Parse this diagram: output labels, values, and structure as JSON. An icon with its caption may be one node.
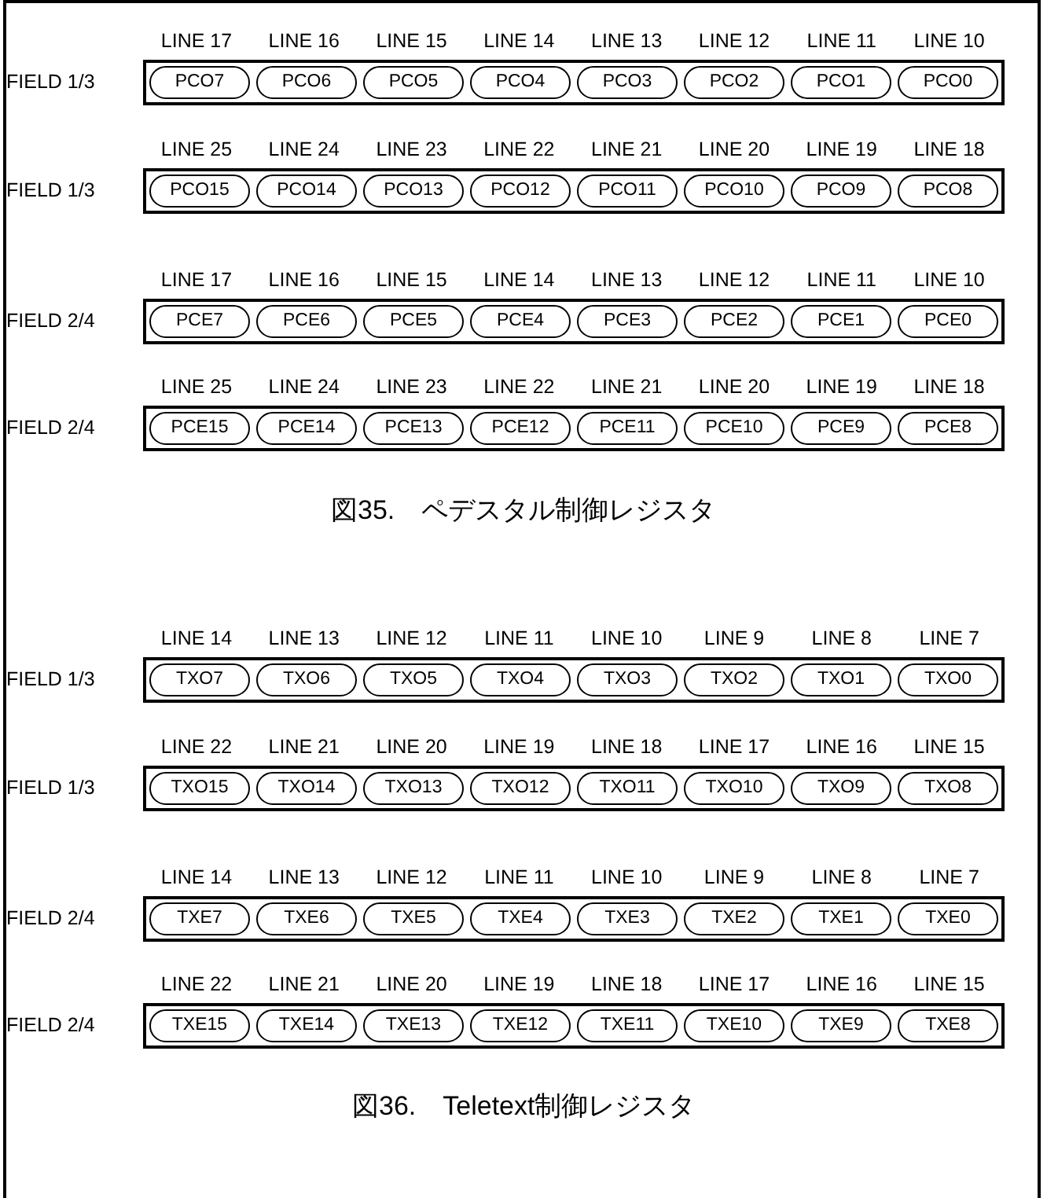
{
  "diagram": {
    "nodes": [
      {
        "text": [
          "PCO7"
        ]
      },
      {
        "text": [
          "PCO6"
        ]
      },
      {
        "text": [
          "PCO5"
        ]
      },
      {
        "text": [
          "PCO4"
        ]
      },
      {
        "text": [
          "PCO3"
        ]
      },
      {
        "text": [
          "PCO2"
        ]
      },
      {
        "text": [
          "PCO1"
        ]
      },
      {
        "text": [
          "PCO0"
        ]
      },
      {
        "text": [
          "PCO15"
        ]
      },
      {
        "text": [
          "PCO14"
        ]
      },
      {
        "text": [
          "PCO13"
        ]
      },
      {
        "text": [
          "PCO12"
        ]
      },
      {
        "text": [
          "PCO11"
        ]
      },
      {
        "text": [
          "PCO10"
        ]
      },
      {
        "text": [
          "PCO9"
        ]
      },
      {
        "text": [
          "PCO8"
        ]
      },
      {
        "text": [
          "PCE7"
        ]
      },
      {
        "text": [
          "PCE6"
        ]
      },
      {
        "text": [
          "PCE5"
        ]
      },
      {
        "text": [
          "PCE4"
        ]
      },
      {
        "text": [
          "PCE3"
        ]
      },
      {
        "text": [
          "PCE2"
        ]
      },
      {
        "text": [
          "PCE1"
        ]
      },
      {
        "text": [
          "PCE0"
        ]
      },
      {
        "text": [
          "PCE15"
        ]
      },
      {
        "text": [
          "PCE14"
        ]
      },
      {
        "text": [
          "PCE13"
        ]
      },
      {
        "text": [
          "PCE12"
        ]
      },
      {
        "text": [
          "PCE11"
        ]
      },
      {
        "text": [
          "PCE10"
        ]
      },
      {
        "text": [
          "PCE9"
        ]
      },
      {
        "text": [
          "PCE8"
        ]
      },
      {
        "text": [
          "TXO7"
        ]
      },
      {
        "text": [
          "TXO6"
        ]
      },
      {
        "text": [
          "TXO5"
        ]
      },
      {
        "text": [
          "TXO4"
        ]
      },
      {
        "text": [
          "TXO3"
        ]
      },
      {
        "text": [
          "TXO2"
        ]
      },
      {
        "text": [
          "TXO1"
        ]
      },
      {
        "text": [
          "TXO0"
        ]
      },
      {
        "text": [
          "TXO15"
        ]
      },
      {
        "text": [
          "TXO14"
        ]
      },
      {
        "text": [
          "TXO13"
        ]
      },
      {
        "text": [
          "TXO12"
        ]
      },
      {
        "text": [
          "TXO11"
        ]
      },
      {
        "text": [
          "TXO10"
        ]
      },
      {
        "text": [
          "TXO9"
        ]
      },
      {
        "text": [
          "TXO8"
        ]
      },
      {
        "text": [
          "TXE7"
        ]
      },
      {
        "text": [
          "TXE6"
        ]
      },
      {
        "text": [
          "TXE5"
        ]
      },
      {
        "text": [
          "TXE4"
        ]
      },
      {
        "text": [
          "TXE3"
        ]
      },
      {
        "text": [
          "TXE2"
        ]
      },
      {
        "text": [
          "TXE1"
        ]
      },
      {
        "text": [
          "TXE0"
        ]
      },
      {
        "text": [
          "TXE15"
        ]
      },
      {
        "text": [
          "TXE14"
        ]
      },
      {
        "text": [
          "TXE13"
        ]
      },
      {
        "text": [
          "TXE12"
        ]
      },
      {
        "text": [
          "TXE11"
        ]
      },
      {
        "text": [
          "TXE10"
        ]
      },
      {
        "text": [
          "TXE9"
        ]
      },
      {
        "text": [
          "TXE8"
        ]
      }
    ],
    "labels": [
      "LINE 17",
      "LINE 16",
      "LINE 15",
      "LINE 14",
      "LINE 13",
      "LINE 12",
      "LINE 11",
      "LINE 10",
      "FIELD 1/3",
      "LINE 25",
      "LINE 24",
      "LINE 23",
      "LINE 22",
      "LINE 21",
      "LINE 20",
      "LINE 19",
      "LINE 18",
      "FIELD 1/3",
      "LINE 17",
      "LINE 16",
      "LINE 15",
      "LINE 14",
      "LINE 13",
      "LINE 12",
      "LINE 11",
      "LINE 10",
      "FIELD 2/4",
      "LINE 25",
      "LINE 24",
      "LINE 23",
      "LINE 22",
      "LINE 21",
      "LINE 20",
      "LINE 19",
      "LINE 18",
      "FIELD 2/4",
      "図35.　ペデスタル制御レジスタ",
      "LINE 14",
      "LINE 13",
      "LINE 12",
      "LINE 11",
      "LINE 10",
      "LINE 9",
      "LINE 8",
      "LINE 7",
      "FIELD 1/3",
      "LINE 22",
      "LINE 21",
      "LINE 20",
      "LINE 19",
      "LINE 18",
      "LINE 17",
      "LINE 16",
      "LINE 15",
      "FIELD 1/3",
      "LINE 14",
      "LINE 13",
      "LINE 12",
      "LINE 11",
      "LINE 10",
      "LINE 9",
      "LINE 8",
      "LINE 7",
      "FIELD 2/4",
      "LINE 22",
      "LINE 21",
      "LINE 20",
      "LINE 19",
      "LINE 18",
      "LINE 17",
      "LINE 16",
      "LINE 15",
      "FIELD 2/4",
      "図36.　Teletext制御レジスタ"
    ]
  }
}
